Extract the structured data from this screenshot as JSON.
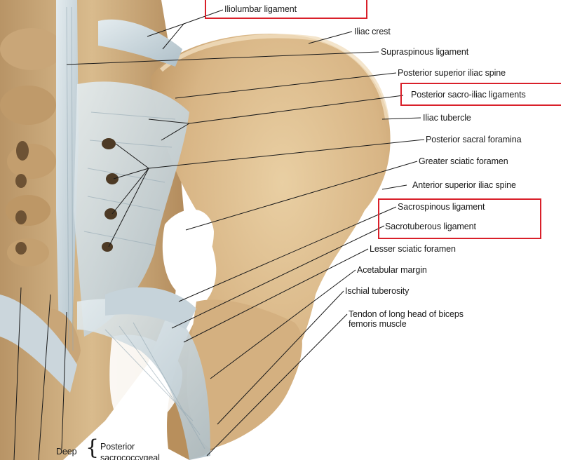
{
  "labels": {
    "iliolumbar": "Iliolumbar ligament",
    "iliac_crest": "Iliac crest",
    "supraspinous": "Supraspinous ligament",
    "psis": "Posterior superior iliac spine",
    "posterior_sacroiliac": "Posterior sacro-iliac ligaments",
    "iliac_tubercle": "Iliac tubercle",
    "posterior_sacral_foramina": "Posterior sacral foramina",
    "greater_sciatic_foramen": "Greater sciatic foramen",
    "asis": "Anterior superior iliac spine",
    "sacrospinous": "Sacrospinous ligament",
    "sacrotuberous": "Sacrotuberous ligament",
    "lesser_sciatic_foramen": "Lesser sciatic foramen",
    "acetabular_margin": "Acetabular margin",
    "ischial_tuberosity": "Ischial tuberosity",
    "tendon_biceps": "Tendon of long head of biceps femoris muscle",
    "deep": "Deep",
    "posterior": "Posterior",
    "sacrococcygeal": "sacrococcygeal"
  },
  "colors": {
    "highlight": "#d9202a",
    "bone": "#d8b889",
    "ligament": "#cfd9df"
  }
}
